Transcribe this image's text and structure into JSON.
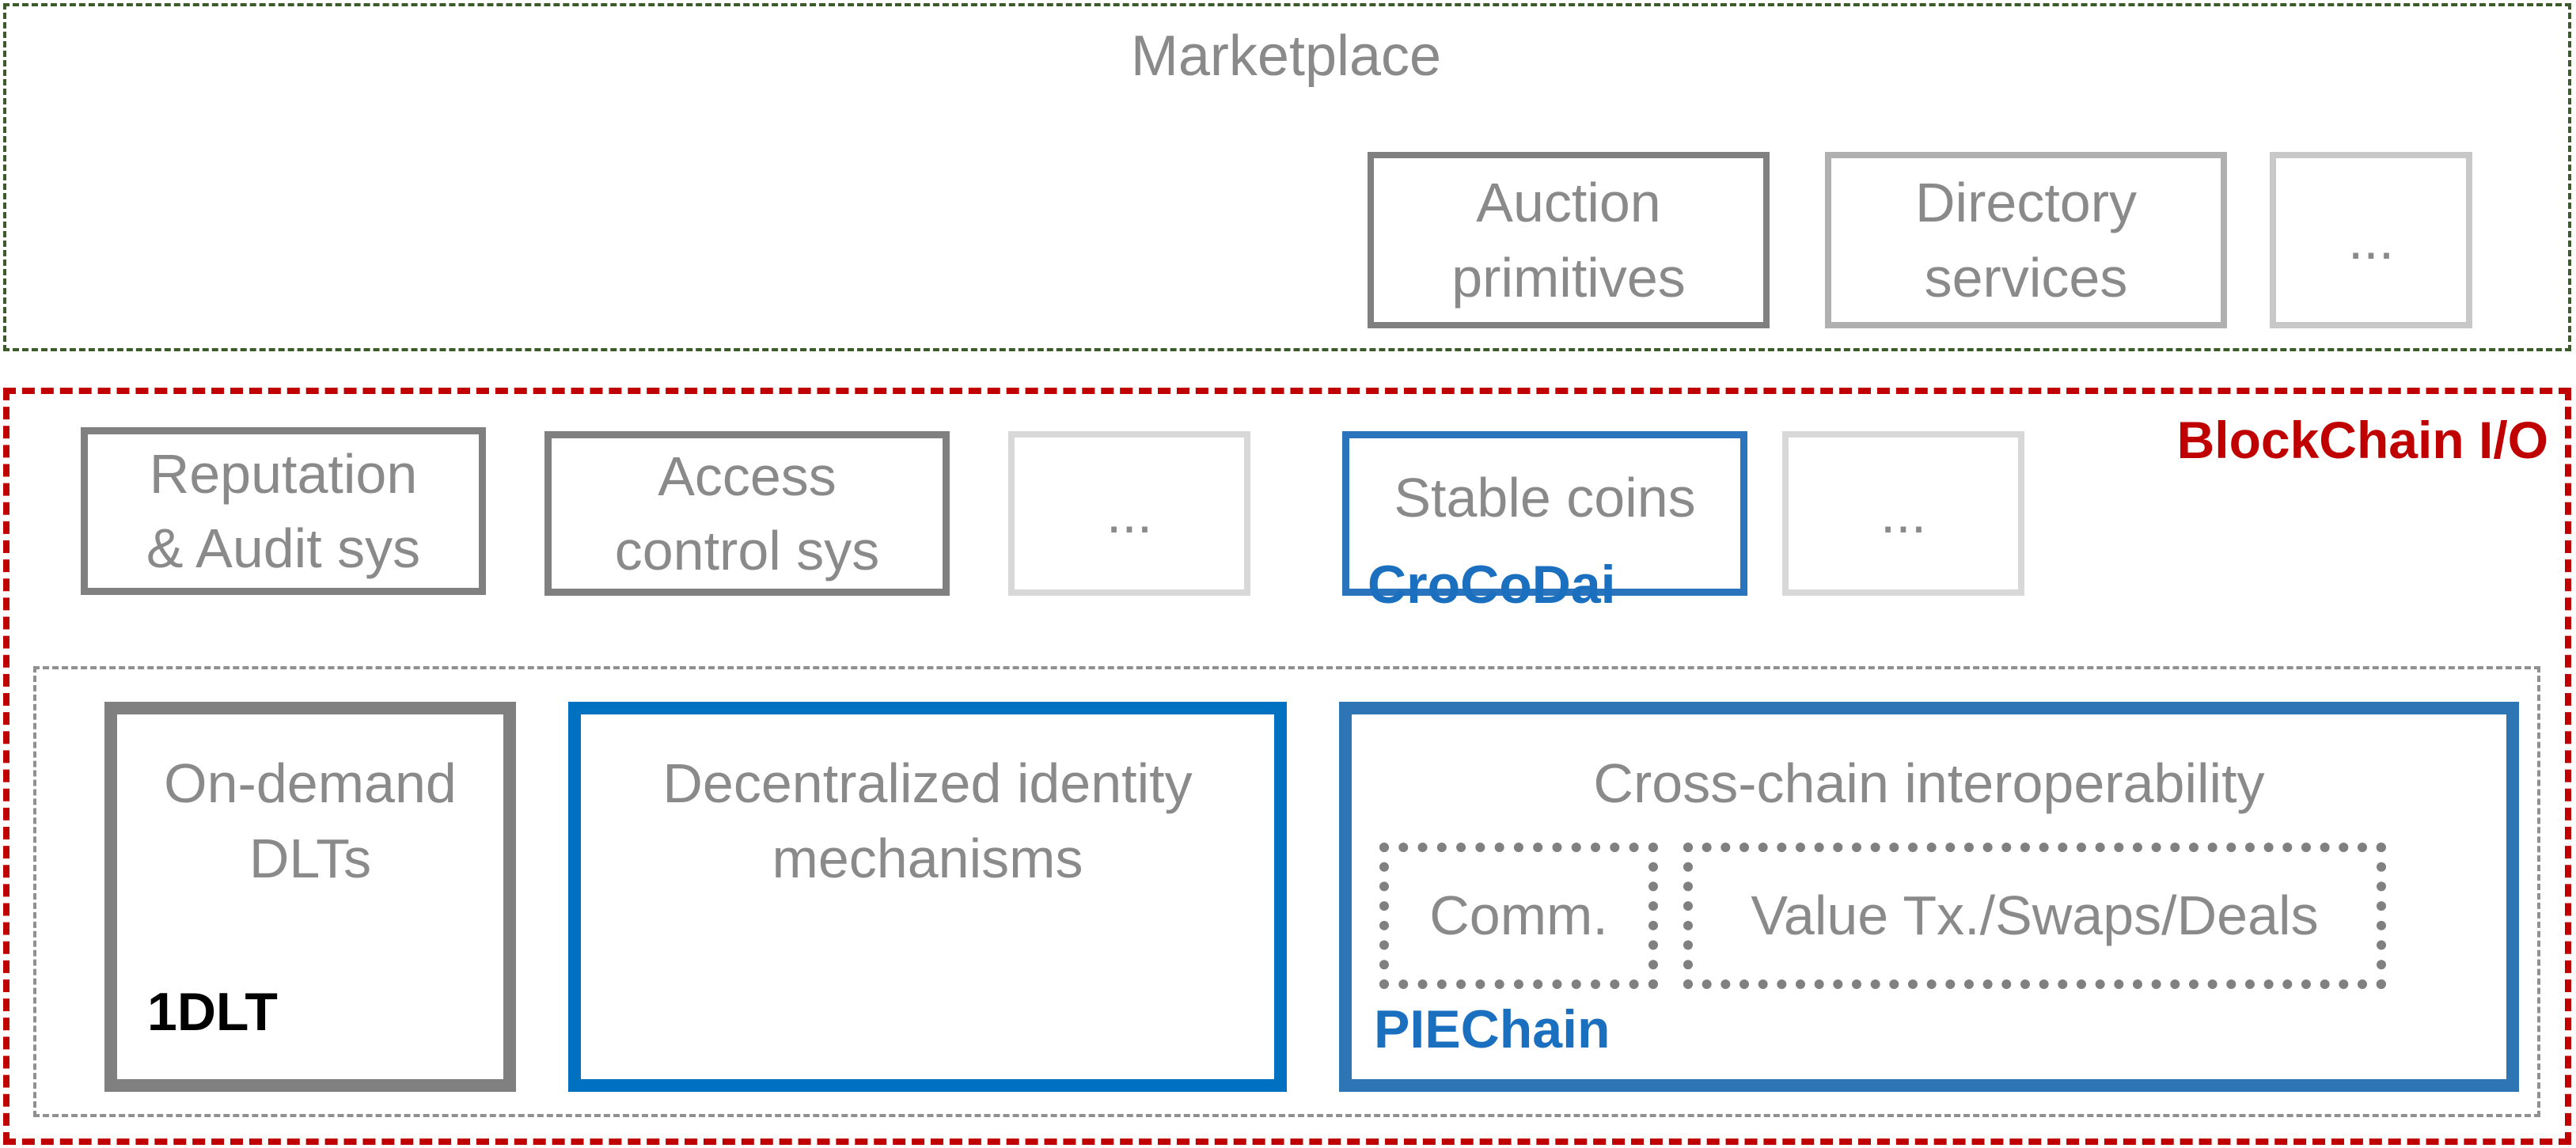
{
  "marketplace": {
    "title": "Marketplace",
    "boxes": [
      {
        "label_line1": "Auction",
        "label_line2": "primitives"
      },
      {
        "label_line1": "Directory",
        "label_line2": "services"
      },
      {
        "label": "..."
      }
    ]
  },
  "blockchain_io": {
    "title": "BlockChain I/O",
    "top_boxes": [
      {
        "label_line1": "Reputation",
        "label_line2": "& Audit sys"
      },
      {
        "label_line1": "Access",
        "label_line2": "control sys"
      },
      {
        "label": "..."
      },
      {
        "label": "Stable coins",
        "project": "CroCoDai"
      },
      {
        "label": "..."
      }
    ],
    "bottom_boxes": {
      "on_demand": {
        "label_line1": "On-demand",
        "label_line2": "DLTs",
        "project": "1DLT"
      },
      "identity": {
        "label_line1": "Decentralized identity",
        "label_line2": "mechanisms"
      },
      "cross_chain": {
        "label": "Cross-chain interoperability",
        "sub_comm": "Comm.",
        "sub_value": "Value Tx./Swaps/Deals",
        "project": "PIEChain"
      }
    }
  },
  "colors": {
    "gray_text": "#8a8a8a",
    "blue": "#1a6fbf",
    "red": "#c00000",
    "green_dash": "#3d5a2a"
  }
}
